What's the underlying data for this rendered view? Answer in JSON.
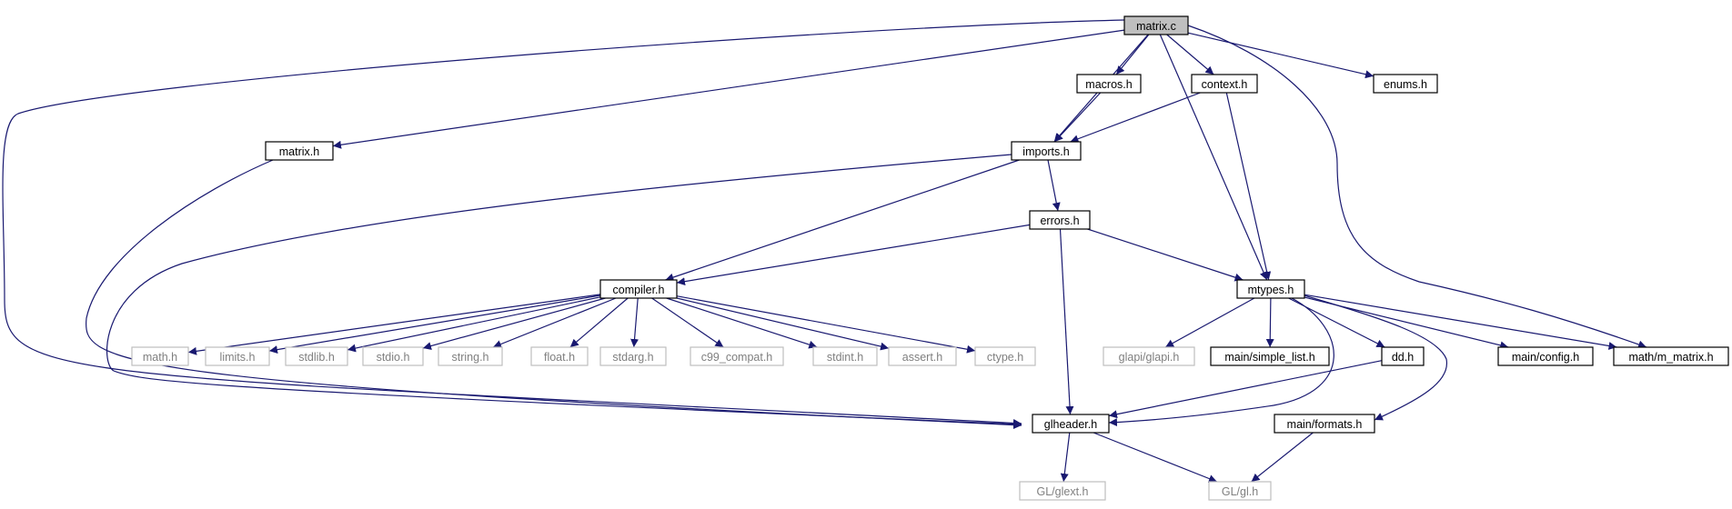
{
  "colors": {
    "edge": "#191970",
    "box_border": "#000000",
    "missing_border": "#bfbfbf",
    "missing_text": "#7f7f7f",
    "root_fill": "#bfbfbf",
    "text": "#000000"
  },
  "nodes": [
    {
      "id": "matrix_c",
      "label": "matrix.c",
      "kind": "root"
    },
    {
      "id": "matrix_h",
      "label": "matrix.h",
      "kind": "normal"
    },
    {
      "id": "macros_h",
      "label": "macros.h",
      "kind": "normal"
    },
    {
      "id": "context_h",
      "label": "context.h",
      "kind": "normal"
    },
    {
      "id": "enums_h",
      "label": "enums.h",
      "kind": "normal"
    },
    {
      "id": "imports_h",
      "label": "imports.h",
      "kind": "normal"
    },
    {
      "id": "errors_h",
      "label": "errors.h",
      "kind": "normal"
    },
    {
      "id": "compiler_h",
      "label": "compiler.h",
      "kind": "normal"
    },
    {
      "id": "mtypes_h",
      "label": "mtypes.h",
      "kind": "normal"
    },
    {
      "id": "math_h",
      "label": "math.h",
      "kind": "missing"
    },
    {
      "id": "limits_h",
      "label": "limits.h",
      "kind": "missing"
    },
    {
      "id": "stdlib_h",
      "label": "stdlib.h",
      "kind": "missing"
    },
    {
      "id": "stdio_h",
      "label": "stdio.h",
      "kind": "missing"
    },
    {
      "id": "string_h",
      "label": "string.h",
      "kind": "missing"
    },
    {
      "id": "float_h",
      "label": "float.h",
      "kind": "missing"
    },
    {
      "id": "stdarg_h",
      "label": "stdarg.h",
      "kind": "missing"
    },
    {
      "id": "c99_compat_h",
      "label": "c99_compat.h",
      "kind": "missing"
    },
    {
      "id": "stdint_h",
      "label": "stdint.h",
      "kind": "missing"
    },
    {
      "id": "assert_h",
      "label": "assert.h",
      "kind": "missing"
    },
    {
      "id": "ctype_h",
      "label": "ctype.h",
      "kind": "missing"
    },
    {
      "id": "glapi_h",
      "label": "glapi/glapi.h",
      "kind": "missing"
    },
    {
      "id": "simple_list_h",
      "label": "main/simple_list.h",
      "kind": "normal"
    },
    {
      "id": "dd_h",
      "label": "dd.h",
      "kind": "normal"
    },
    {
      "id": "config_h",
      "label": "main/config.h",
      "kind": "normal"
    },
    {
      "id": "m_matrix_h",
      "label": "math/m_matrix.h",
      "kind": "normal"
    },
    {
      "id": "glheader_h",
      "label": "glheader.h",
      "kind": "normal"
    },
    {
      "id": "formats_h",
      "label": "main/formats.h",
      "kind": "normal"
    },
    {
      "id": "glext_h",
      "label": "GL/glext.h",
      "kind": "missing"
    },
    {
      "id": "gl_h",
      "label": "GL/gl.h",
      "kind": "missing"
    }
  ],
  "edges": [
    [
      "matrix_c",
      "glheader_h"
    ],
    [
      "matrix_c",
      "matrix_h"
    ],
    [
      "matrix_c",
      "imports_h"
    ],
    [
      "matrix_c",
      "macros_h"
    ],
    [
      "matrix_c",
      "context_h"
    ],
    [
      "matrix_c",
      "mtypes_h"
    ],
    [
      "matrix_c",
      "enums_h"
    ],
    [
      "matrix_c",
      "m_matrix_h"
    ],
    [
      "matrix_h",
      "glheader_h"
    ],
    [
      "macros_h",
      "imports_h"
    ],
    [
      "context_h",
      "imports_h"
    ],
    [
      "context_h",
      "mtypes_h"
    ],
    [
      "imports_h",
      "glheader_h"
    ],
    [
      "imports_h",
      "compiler_h"
    ],
    [
      "imports_h",
      "errors_h"
    ],
    [
      "errors_h",
      "compiler_h"
    ],
    [
      "errors_h",
      "glheader_h"
    ],
    [
      "errors_h",
      "mtypes_h"
    ],
    [
      "compiler_h",
      "math_h"
    ],
    [
      "compiler_h",
      "limits_h"
    ],
    [
      "compiler_h",
      "stdlib_h"
    ],
    [
      "compiler_h",
      "stdio_h"
    ],
    [
      "compiler_h",
      "string_h"
    ],
    [
      "compiler_h",
      "float_h"
    ],
    [
      "compiler_h",
      "stdarg_h"
    ],
    [
      "compiler_h",
      "c99_compat_h"
    ],
    [
      "compiler_h",
      "stdint_h"
    ],
    [
      "compiler_h",
      "assert_h"
    ],
    [
      "compiler_h",
      "ctype_h"
    ],
    [
      "mtypes_h",
      "glapi_h"
    ],
    [
      "mtypes_h",
      "simple_list_h"
    ],
    [
      "mtypes_h",
      "glheader_h"
    ],
    [
      "mtypes_h",
      "dd_h"
    ],
    [
      "mtypes_h",
      "formats_h"
    ],
    [
      "mtypes_h",
      "config_h"
    ],
    [
      "mtypes_h",
      "m_matrix_h"
    ],
    [
      "dd_h",
      "glheader_h"
    ],
    [
      "glheader_h",
      "glext_h"
    ],
    [
      "glheader_h",
      "gl_h"
    ],
    [
      "formats_h",
      "gl_h"
    ]
  ]
}
